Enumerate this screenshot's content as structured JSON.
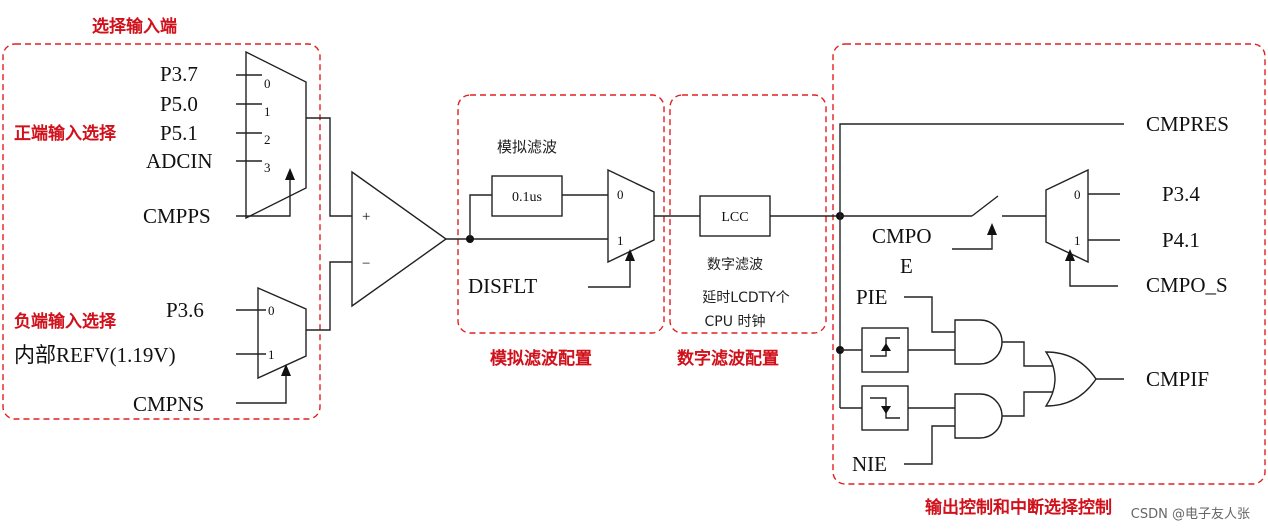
{
  "input_section": {
    "title": "选择输入端",
    "positive_label": "正端输入选择",
    "negative_label": "负端输入选择",
    "positive_inputs": [
      "P3.7",
      "P5.0",
      "P5.1",
      "ADCIN"
    ],
    "positive_mux_ports": [
      "0",
      "1",
      "2",
      "3"
    ],
    "positive_select": "CMPPS",
    "negative_inputs": [
      "P3.6",
      "内部REFV(1.19V)"
    ],
    "negative_mux_ports": [
      "0",
      "1"
    ],
    "negative_select": "CMPNS"
  },
  "comparator": {
    "plus": "+",
    "minus": "−"
  },
  "analog_filter": {
    "title": "模拟滤波配置",
    "label": "模拟滤波",
    "delay": "0.1us",
    "mux_ports": [
      "0",
      "1"
    ],
    "select": "DISFLT"
  },
  "digital_filter": {
    "title": "数字滤波配置",
    "block": "LCC",
    "label": "数字滤波",
    "desc_line1": "延时LCDTY个",
    "desc_line2": "CPU 时钟"
  },
  "output_section": {
    "title": "输出控制和中断选择控制",
    "result": "CMPRES",
    "enable_line1": "CMPO",
    "enable_line2": "E",
    "outputs": [
      "P3.4",
      "P4.1"
    ],
    "out_mux_ports": [
      "0",
      "1"
    ],
    "output_select": "CMPO_S",
    "pie": "PIE",
    "nie": "NIE",
    "interrupt": "CMPIF"
  },
  "watermark": "CSDN @电子友人张"
}
